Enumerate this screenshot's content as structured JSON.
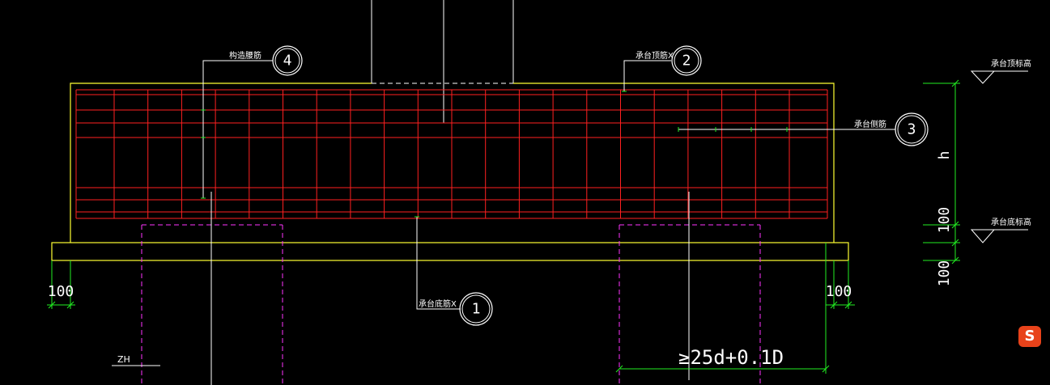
{
  "drawing": {
    "background": "#000000",
    "colors": {
      "outline": "#ffff33",
      "rebar": "#ff2020",
      "leader": "#ffffff",
      "pile": "#ff33ff",
      "dim": "#22ee22"
    },
    "callouts": [
      {
        "number": "4",
        "text": "构造腰筋"
      },
      {
        "number": "2",
        "text": "承台顶筋X"
      },
      {
        "number": "3",
        "text": "承台侧筋"
      },
      {
        "number": "1",
        "text": "承台底筋X"
      }
    ],
    "elevations": {
      "top": "承台顶标高",
      "bottom": "承台底标高"
    },
    "dims": {
      "h": "h",
      "right_100_upper": "100",
      "right_100_lower": "100",
      "left_100": "100",
      "right_pile_100": "100",
      "anchor": "≥25d+0.1D"
    },
    "pile_label": "ZH",
    "ime_icon": "S"
  }
}
